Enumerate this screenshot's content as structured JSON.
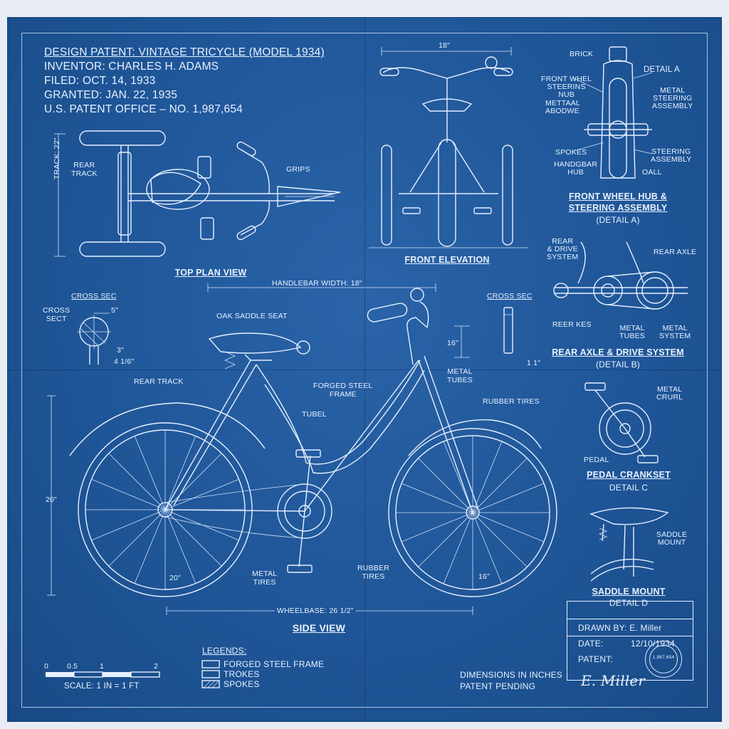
{
  "header": {
    "title": "DESIGN PATENT: VINTAGE TRICYCLE (MODEL 1934)",
    "inventor": "INVENTOR: CHARLES H. ADAMS",
    "filed": "FILED: OCT. 14, 1933",
    "granted": "GRANTED: JAN. 22, 1935",
    "office": "U.S. PATENT OFFICE – NO. 1,987,654"
  },
  "top_plan": {
    "caption": "TOP PLAN VIEW",
    "track_dim": "TRACK: 22\"",
    "rear_track": "REAR\nTRACK",
    "grips": "GRIPS"
  },
  "front_elev": {
    "caption": "FRONT ELEVATION",
    "width_dim": "18\""
  },
  "detail_a": {
    "labels": {
      "brick": "BRICK",
      "detail": "DETAIL A",
      "hub": "FRONT WHEL\nSTEERINS\nNUB",
      "metal_abode": "METTAAL\nABODWE",
      "steering": "METAL\nSTEERING\nASSEMBLY",
      "spokes": "SPOKES",
      "hbar_hub": "HANDGBAR\nHUB",
      "steering2": "STEERING\nASSEMBLY",
      "oall": "OALL"
    },
    "caption": "FRONT WHEEL HUB &\nSTEERING ASSEMBLY",
    "sub": "(DETAIL A)"
  },
  "detail_b": {
    "labels": {
      "rear_drive": "REAR\n& DRIVE\nSYSTEM",
      "rear_axle": "REAR AXLE",
      "reer_kes": "REER KES",
      "metal_tubes": "METAL\nTUBES",
      "metal_system": "METAL\nSYSTEM"
    },
    "caption": "REAR AXLE & DRIVE SYSTEM",
    "sub": "(DETAIL B)"
  },
  "detail_c": {
    "labels": {
      "metal_crurl": "METAL\nCRURL",
      "pedal": "PEDAL"
    },
    "caption": "PEDAL CRANKSET",
    "sub": "DETAIL C"
  },
  "detail_d": {
    "labels": {
      "saddle_mount": "SADDLE\nMOUNT"
    },
    "caption": "SADDLE MOUNT",
    "sub": "DETAIL D"
  },
  "cross_sections": {
    "left_title": "CROSS SEC",
    "left_label": "CROSS\nSECT",
    "dim_5": "5\"",
    "dim_3": "3\"",
    "dim_4": "4 1/6\"",
    "right_title": "CROSS SEC",
    "dim_16": "16\"",
    "dim_1": "1 1\""
  },
  "side_view": {
    "caption": "SIDE VIEW",
    "handlebar_width": "HANDLEBAR WIDTH: 18\"",
    "oak_saddle": "OAK SADDLE SEAT",
    "rear_track": "REAR TRACK",
    "forged_frame": "FORGED STEEL\nFRAME",
    "metal_tubes": "METAL\nTUBES",
    "tubel": "TUBEL",
    "rubber_tires": "RUBBER TIRES",
    "metal_tires": "METAL\nTIRES",
    "rubber_tires2": "RUBBER\nTIRES",
    "height_dim": "20\"",
    "rear_wheel": "20\"",
    "front_wheel": "16\"",
    "wheelbase": "WHEELBASE: 26 1/2\""
  },
  "legend": {
    "title": "LEGENDS:",
    "items": [
      "FORGED STEEL FRAME",
      "TROKES",
      "SPOKES"
    ]
  },
  "scale": {
    "ticks": [
      "0",
      "0.5",
      "1",
      "2"
    ],
    "label": "SCALE: 1 IN = 1 FT"
  },
  "notes": {
    "dims": "DIMENSIONS IN INCHES",
    "pending": "PATENT PENDING"
  },
  "title_block": {
    "drawn_by": "DRAWN BY: E. Miller",
    "date_label": "DATE:",
    "date_value": "12/10/1934",
    "patent_label": "PATENT:",
    "signature": "E. Miller",
    "stamp_text": "1,987,654"
  },
  "colors": {
    "paper": "#1f5698",
    "ink": "#e6f0ff"
  }
}
